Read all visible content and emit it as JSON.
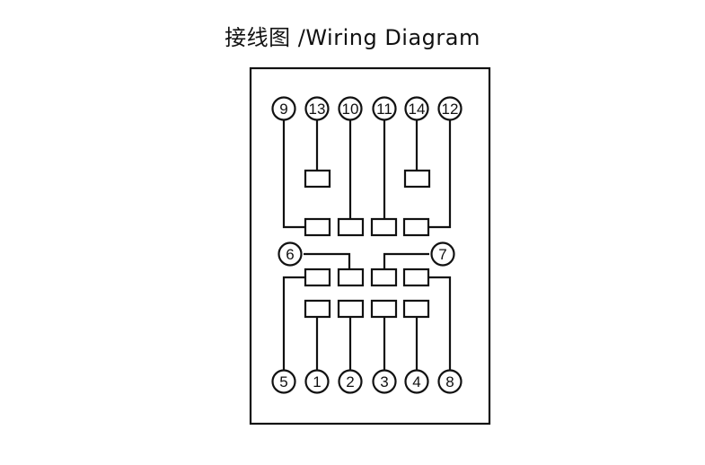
{
  "title": "接线图 /Wiring Diagram",
  "pins": {
    "p9": "9",
    "p13": "13",
    "p10": "10",
    "p11": "11",
    "p14": "14",
    "p12": "12",
    "p6": "6",
    "p7": "7",
    "p5": "5",
    "p1": "1",
    "p2": "2",
    "p3": "3",
    "p4": "4",
    "p8": "8"
  },
  "colors": {
    "line": "#111111",
    "background": "#ffffff"
  }
}
